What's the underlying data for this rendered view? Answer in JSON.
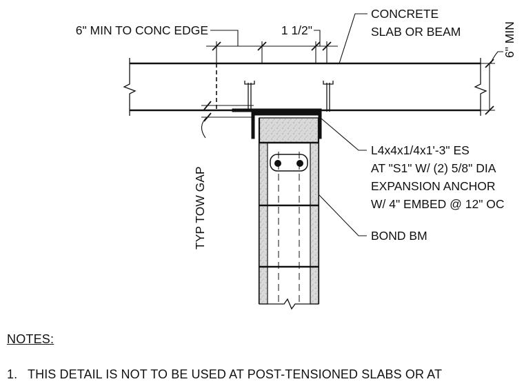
{
  "labels": {
    "min_to_edge": "6\" MIN TO CONC EDGE",
    "one_half": "1 1/2\"",
    "concrete_line1": "CONCRETE",
    "concrete_line2": "SLAB OR BEAM",
    "six_min": "6\" MIN",
    "tow_gap": "TYP TOW GAP",
    "angle_line1": "L4x4x1/4x1'-3\" ES",
    "angle_line2": "AT \"S1\" W/ (2) 5/8\" DIA",
    "angle_line3": "EXPANSION ANCHOR",
    "angle_line4": "W/ 4\" EMBED @ 12\" OC",
    "bond_bm": "BOND BM"
  },
  "notes": {
    "title": "NOTES:",
    "items": [
      {
        "number": "1.",
        "text": "THIS DETAIL IS NOT TO BE USED AT POST-TENSIONED SLABS OR AT"
      }
    ]
  },
  "colors": {
    "line": "#111111",
    "grout": "#d8d8d8",
    "bg": "#ffffff"
  }
}
